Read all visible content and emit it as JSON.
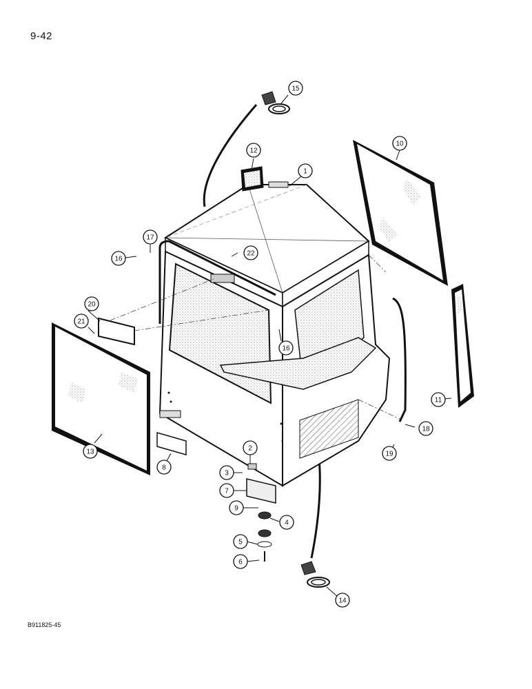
{
  "page": {
    "page_number": "9-42",
    "figure_code": "B911825-45"
  },
  "callouts": [
    {
      "label": "1"
    },
    {
      "label": "2"
    },
    {
      "label": "3"
    },
    {
      "label": "4"
    },
    {
      "label": "5"
    },
    {
      "label": "6"
    },
    {
      "label": "7"
    },
    {
      "label": "8"
    },
    {
      "label": "9"
    },
    {
      "label": "10"
    },
    {
      "label": "11"
    },
    {
      "label": "12"
    },
    {
      "label": "13"
    },
    {
      "label": "14"
    },
    {
      "label": "15"
    },
    {
      "label": "16"
    },
    {
      "label": "16"
    },
    {
      "label": "17"
    },
    {
      "label": "18"
    },
    {
      "label": "19"
    },
    {
      "label": "20"
    },
    {
      "label": "21"
    },
    {
      "label": "22"
    }
  ]
}
